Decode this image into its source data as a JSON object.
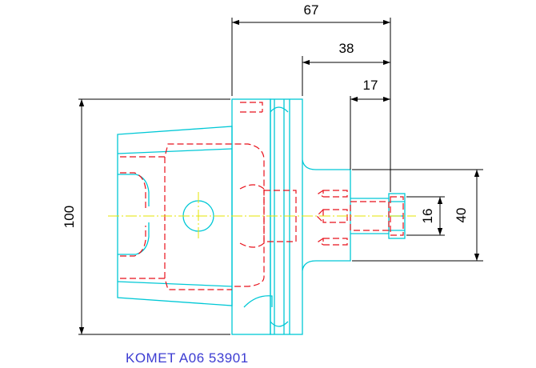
{
  "drawing": {
    "part_label": "KOMET A06 53901",
    "dimensions": {
      "overall_length": "67",
      "flange_to_face": "38",
      "shank_length": "17",
      "overall_height": "100",
      "shank_diameter": "40",
      "bore_diameter": "16"
    }
  },
  "colors": {
    "outline": "#00c8d6",
    "hidden": "#e8101a",
    "centerline": "#e6e600",
    "dimension": "#000000",
    "caption": "#3c3cd2"
  }
}
